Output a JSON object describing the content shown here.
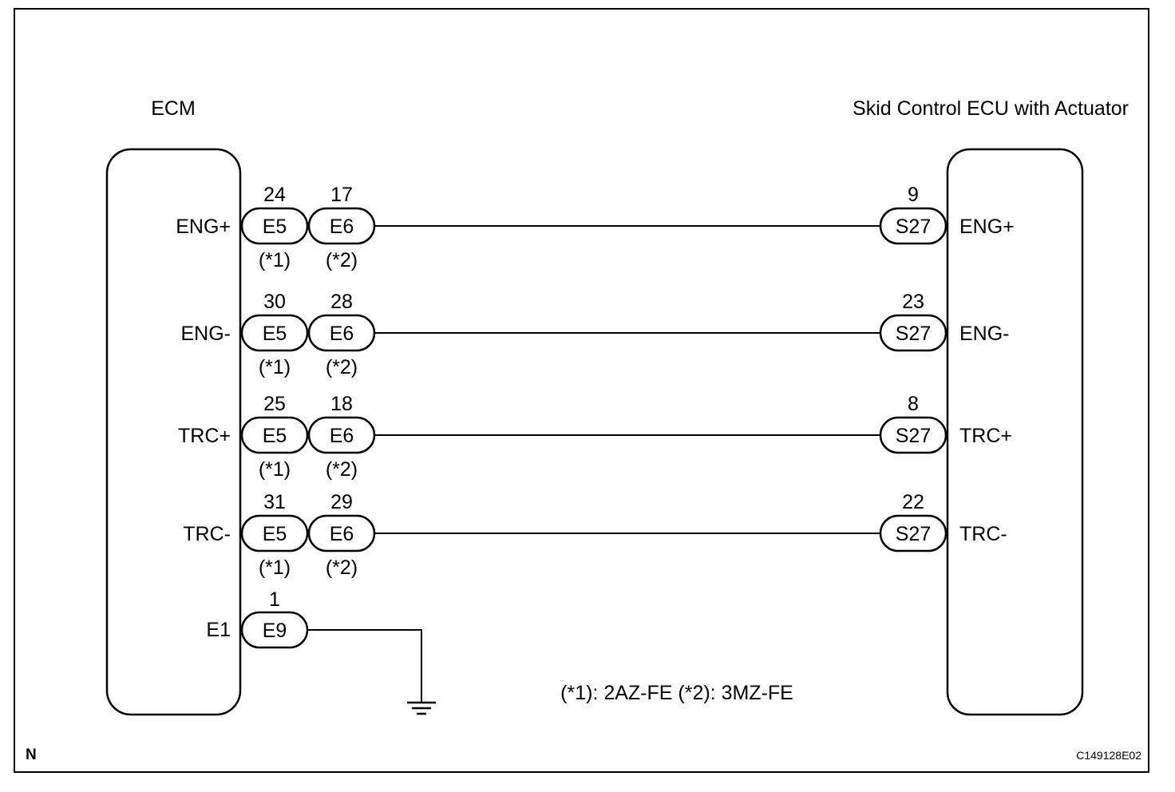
{
  "colors": {
    "line": "#000000",
    "background": "#ffffff"
  },
  "components": {
    "left": {
      "title": "ECM"
    },
    "right": {
      "title": "Skid Control ECU with Actuator"
    }
  },
  "circuits": [
    {
      "left_terminal": "ENG+",
      "ecm_connectors": [
        {
          "connector": "E5",
          "pin": "24",
          "variant": "(*1)"
        },
        {
          "connector": "E6",
          "pin": "17",
          "variant": "(*2)"
        }
      ],
      "skid_connector": {
        "connector": "S27",
        "pin": "9"
      },
      "right_terminal": "ENG+"
    },
    {
      "left_terminal": "ENG-",
      "ecm_connectors": [
        {
          "connector": "E5",
          "pin": "30",
          "variant": "(*1)"
        },
        {
          "connector": "E6",
          "pin": "28",
          "variant": "(*2)"
        }
      ],
      "skid_connector": {
        "connector": "S27",
        "pin": "23"
      },
      "right_terminal": "ENG-"
    },
    {
      "left_terminal": "TRC+",
      "ecm_connectors": [
        {
          "connector": "E5",
          "pin": "25",
          "variant": "(*1)"
        },
        {
          "connector": "E6",
          "pin": "18",
          "variant": "(*2)"
        }
      ],
      "skid_connector": {
        "connector": "S27",
        "pin": "8"
      },
      "right_terminal": "TRC+"
    },
    {
      "left_terminal": "TRC-",
      "ecm_connectors": [
        {
          "connector": "E5",
          "pin": "31",
          "variant": "(*1)"
        },
        {
          "connector": "E6",
          "pin": "29",
          "variant": "(*2)"
        }
      ],
      "skid_connector": {
        "connector": "S27",
        "pin": "22"
      },
      "right_terminal": "TRC-"
    }
  ],
  "ground_circuit": {
    "left_terminal": "E1",
    "connector": "E9",
    "pin": "1",
    "symbol": "ground-icon"
  },
  "legend": "(*1): 2AZ-FE (*2): 3MZ-FE",
  "corner_mark": "N",
  "figure_code": "C149128E02"
}
